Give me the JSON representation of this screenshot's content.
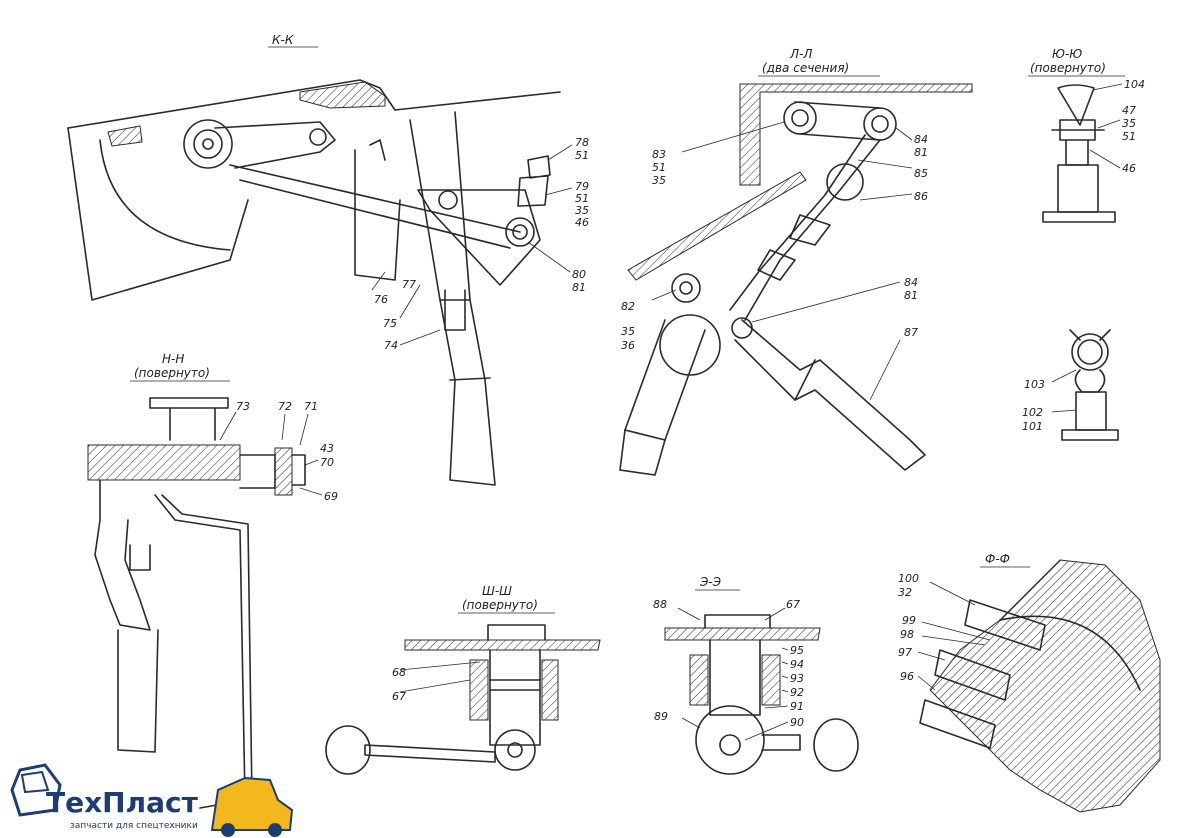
{
  "sections": {
    "k": {
      "title": "К-К",
      "labels": [
        "78",
        "51",
        "79",
        "51",
        "35",
        "46",
        "80",
        "81",
        "77",
        "76",
        "75",
        "74"
      ]
    },
    "l": {
      "title": "Л-Л",
      "subtitle": "(два сечения)",
      "labels": [
        "83",
        "51",
        "35",
        "84",
        "81",
        "85",
        "86",
        "84",
        "81",
        "82",
        "35",
        "36",
        "87"
      ]
    },
    "yu": {
      "title": "Ю-Ю",
      "subtitle": "(повернуто)",
      "labels": [
        "104",
        "47",
        "35",
        "51",
        "46",
        "103",
        "102",
        "101"
      ]
    },
    "n": {
      "title": "Н-Н",
      "subtitle": "(повернуто)",
      "labels": [
        "73",
        "72",
        "71",
        "43",
        "70",
        "69"
      ]
    },
    "sh": {
      "title": "Ш-Ш",
      "subtitle": "(повернуто)",
      "labels": [
        "68",
        "67"
      ]
    },
    "e": {
      "title": "Э-Э",
      "labels": [
        "88",
        "67",
        "95",
        "94",
        "93",
        "92",
        "91",
        "90",
        "89"
      ]
    },
    "f": {
      "title": "Ф-Ф",
      "labels": [
        "100",
        "32",
        "99",
        "98",
        "97",
        "96"
      ]
    }
  },
  "logo": {
    "name_prefix": "Тех",
    "name_suffix": "Пласт",
    "tagline": "запчасти для спецтехники"
  },
  "colors": {
    "ink": "#2a2a2a",
    "logo_blue": "#1d3c73",
    "logo_yellow": "#f2b81c"
  }
}
